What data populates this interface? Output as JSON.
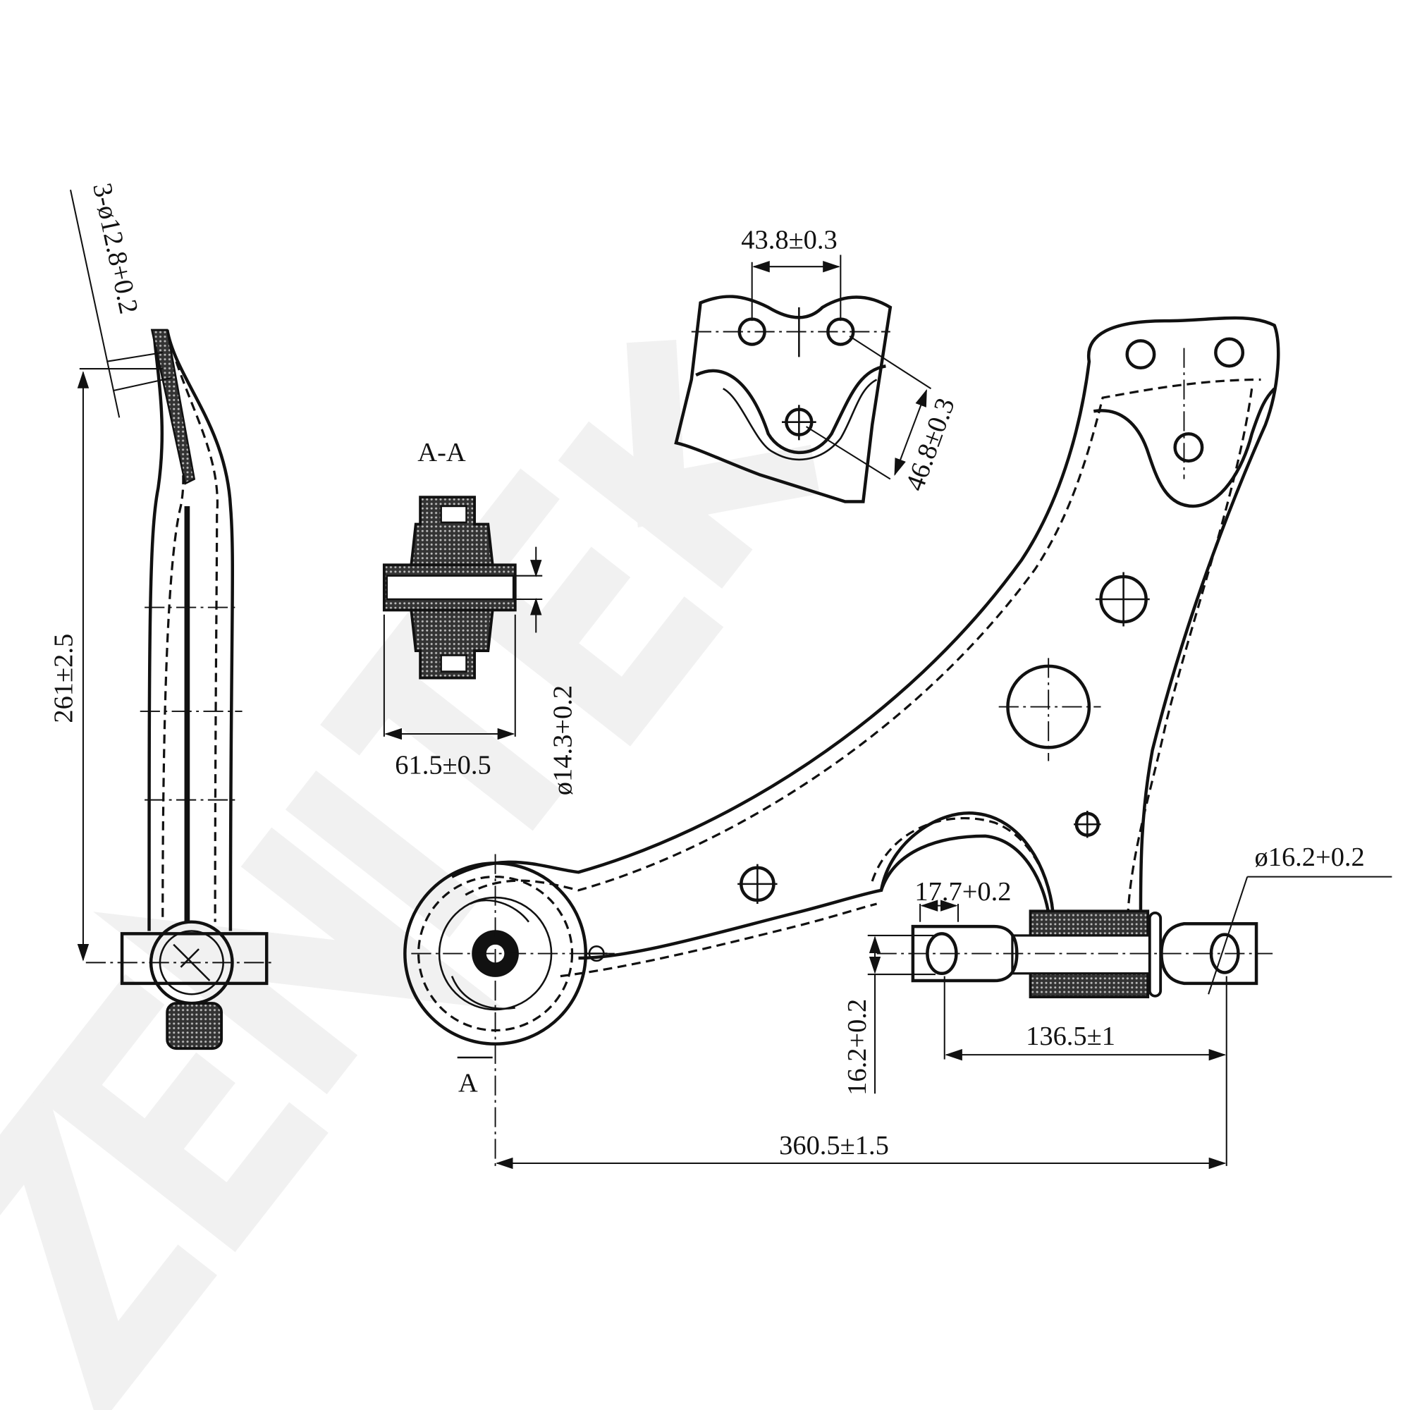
{
  "watermark": "ZENITEK",
  "views": {
    "side": {
      "hole_spec": "3-ø12.8+0.2",
      "height": "261±2.5"
    },
    "section": {
      "title": "A-A",
      "width": "61.5±0.5",
      "bore": "ø14.3+0.2"
    },
    "bracket": {
      "hole_spacing": "43.8±0.3",
      "hole_offset": "46.8±0.3"
    },
    "main": {
      "bolt_hole_width": "17.7+0.2",
      "bolt_hole_diameter": "ø16.2+0.2",
      "bolt_hole_height": "16.2+0.2",
      "bushing_spacing": "136.5±1",
      "overall_length": "360.5±1.5",
      "section_marker": "A"
    }
  }
}
